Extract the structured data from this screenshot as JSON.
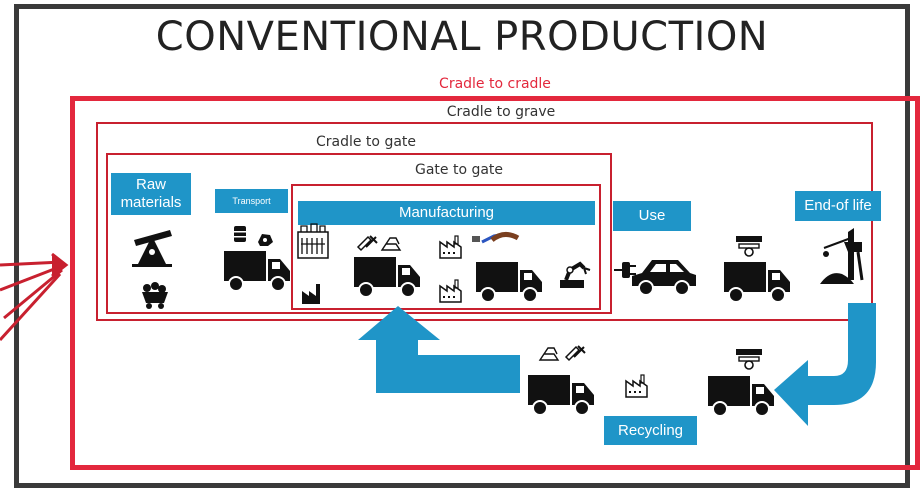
{
  "title": "CONVENTIONAL PRODUCTION",
  "scopes": {
    "cradle_to_cradle": "Cradle to cradle",
    "cradle_to_grave": "Cradle to grave",
    "cradle_to_gate": "Cradle to gate",
    "gate_to_gate": "Gate to gate"
  },
  "stages": {
    "raw_materials": "Raw materials",
    "transport": "Transport",
    "manufacturing": "Manufacturing",
    "use": "Use",
    "end_of_life": "End-of life",
    "recycling": "Recycling"
  },
  "colors": {
    "frame": "#3a3a3a",
    "scope_outer": "#e3283d",
    "scope_inner": "#c8202f",
    "stage_box": "#1f95c8",
    "flow_arrow": "#1f95c8",
    "icons": "#111111"
  },
  "icons": [
    "oil-pump-icon",
    "coal-cart-icon",
    "barrel-icon",
    "ore-icon",
    "truck-icon",
    "factory-icon",
    "tools-icon",
    "ingots-icon",
    "robot-arm-icon",
    "car-icon",
    "power-plug-icon",
    "crane-icon",
    "scrap-pile-icon",
    "recycling-arrow-icon"
  ]
}
